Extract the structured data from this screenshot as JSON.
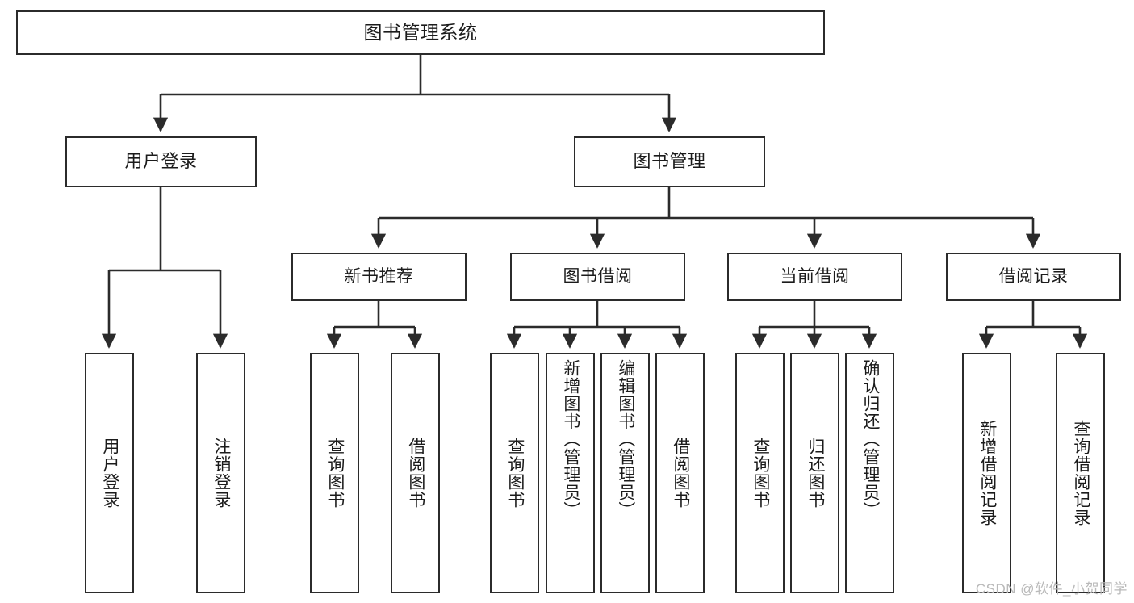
{
  "diagram": {
    "type": "tree",
    "title": "图书管理系统",
    "watermark": "CSDN @软件_小贺同学",
    "colors": {
      "stroke": "#2b2b2b",
      "fill": "#ffffff",
      "text": "#1b1b1b",
      "watermark": "#b9b9b9"
    },
    "nodes": {
      "root": {
        "label": "图书管理系统"
      },
      "level2": [
        {
          "id": "user-login",
          "label": "用户登录"
        },
        {
          "id": "book-manage",
          "label": "图书管理"
        }
      ],
      "level3": [
        {
          "id": "new-book-recommend",
          "label": "新书推荐"
        },
        {
          "id": "book-borrow",
          "label": "图书借阅"
        },
        {
          "id": "current-borrow",
          "label": "当前借阅"
        },
        {
          "id": "borrow-record",
          "label": "借阅记录"
        }
      ],
      "leaves": [
        {
          "id": "leaf-user-login",
          "label": "用户登录",
          "parent": "user-login"
        },
        {
          "id": "leaf-logout-login",
          "label": "注销登录",
          "parent": "user-login"
        },
        {
          "id": "leaf-query-book-1",
          "label": "查询图书",
          "parent": "new-book-recommend"
        },
        {
          "id": "leaf-borrow-book-1",
          "label": "借阅图书",
          "parent": "new-book-recommend"
        },
        {
          "id": "leaf-query-book-2",
          "label": "查询图书",
          "parent": "book-borrow"
        },
        {
          "id": "leaf-add-book",
          "label": "新增图书（管理员）",
          "parent": "book-borrow"
        },
        {
          "id": "leaf-edit-book",
          "label": "编辑图书（管理员）",
          "parent": "book-borrow"
        },
        {
          "id": "leaf-borrow-book-2",
          "label": "借阅图书",
          "parent": "book-borrow"
        },
        {
          "id": "leaf-query-book-3",
          "label": "查询图书",
          "parent": "current-borrow"
        },
        {
          "id": "leaf-return-book",
          "label": "归还图书",
          "parent": "current-borrow"
        },
        {
          "id": "leaf-confirm-return",
          "label": "确认归还（管理员）",
          "parent": "current-borrow"
        },
        {
          "id": "leaf-add-record",
          "label": "新增借阅记录",
          "parent": "borrow-record"
        },
        {
          "id": "leaf-query-record",
          "label": "查询借阅记录",
          "parent": "borrow-record"
        }
      ]
    }
  }
}
